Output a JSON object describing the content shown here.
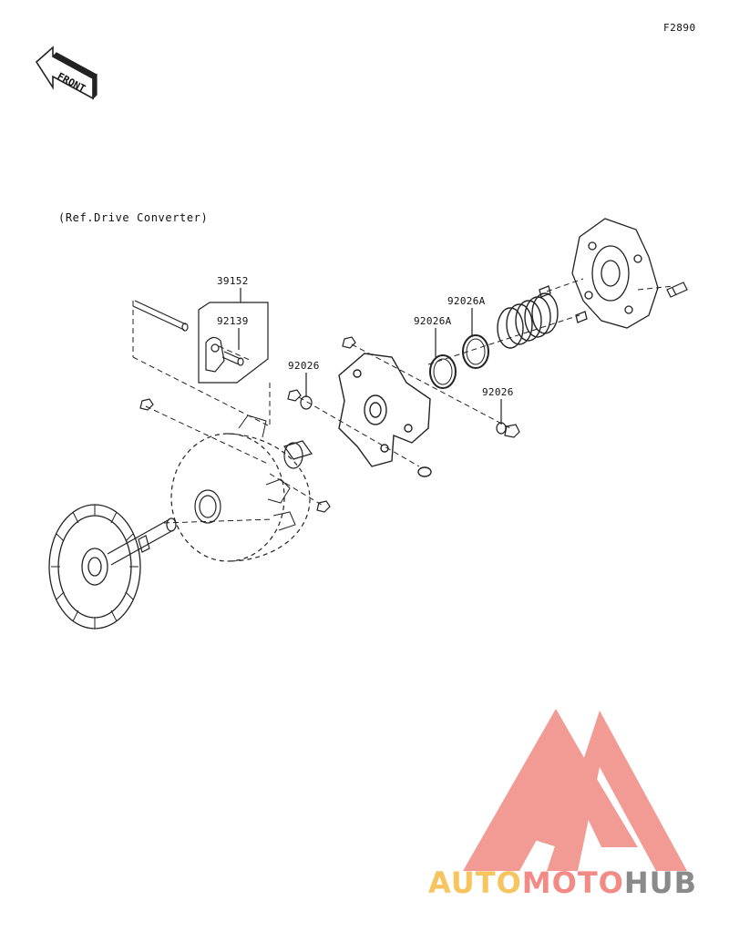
{
  "figure_code": "F2890",
  "front_arrow": {
    "label": "FRONT",
    "icon": "front-arrow-icon"
  },
  "reference_note": "(Ref.Drive Converter)",
  "callouts": [
    {
      "id": "c39152",
      "label": "39152"
    },
    {
      "id": "c92139",
      "label": "92139"
    },
    {
      "id": "c92026a",
      "label": "92026"
    },
    {
      "id": "c92026A1",
      "label": "92026A"
    },
    {
      "id": "c92026A2",
      "label": "92026A"
    },
    {
      "id": "c92026b",
      "label": "92026"
    }
  ],
  "watermark": {
    "parts": [
      "AUTO",
      "MOTO",
      "HUB"
    ],
    "colors": {
      "auto": "#f6c560",
      "moto": "#f28b86",
      "hub": "#8a8a8a",
      "logo": "#f29b94"
    }
  }
}
